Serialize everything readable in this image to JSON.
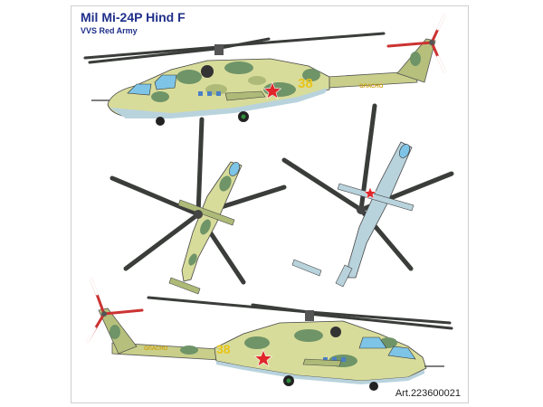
{
  "header": {
    "title": "Mil Mi-24P Hind F",
    "subtitle": "VVS Red Army"
  },
  "markings": {
    "side_number": "38",
    "tail_code": "ОЛАСНО"
  },
  "footer": {
    "article": "Art.223600021"
  },
  "colors": {
    "camo_light": "#d8dc9a",
    "camo_mid": "#aeba78",
    "camo_dark": "#6f9468",
    "underside": "#b9d3dd",
    "star": "#e0262b",
    "title_blue": "#1f2f8a",
    "rotor": "#3a3d3a",
    "number_yellow": "#e8c419"
  }
}
